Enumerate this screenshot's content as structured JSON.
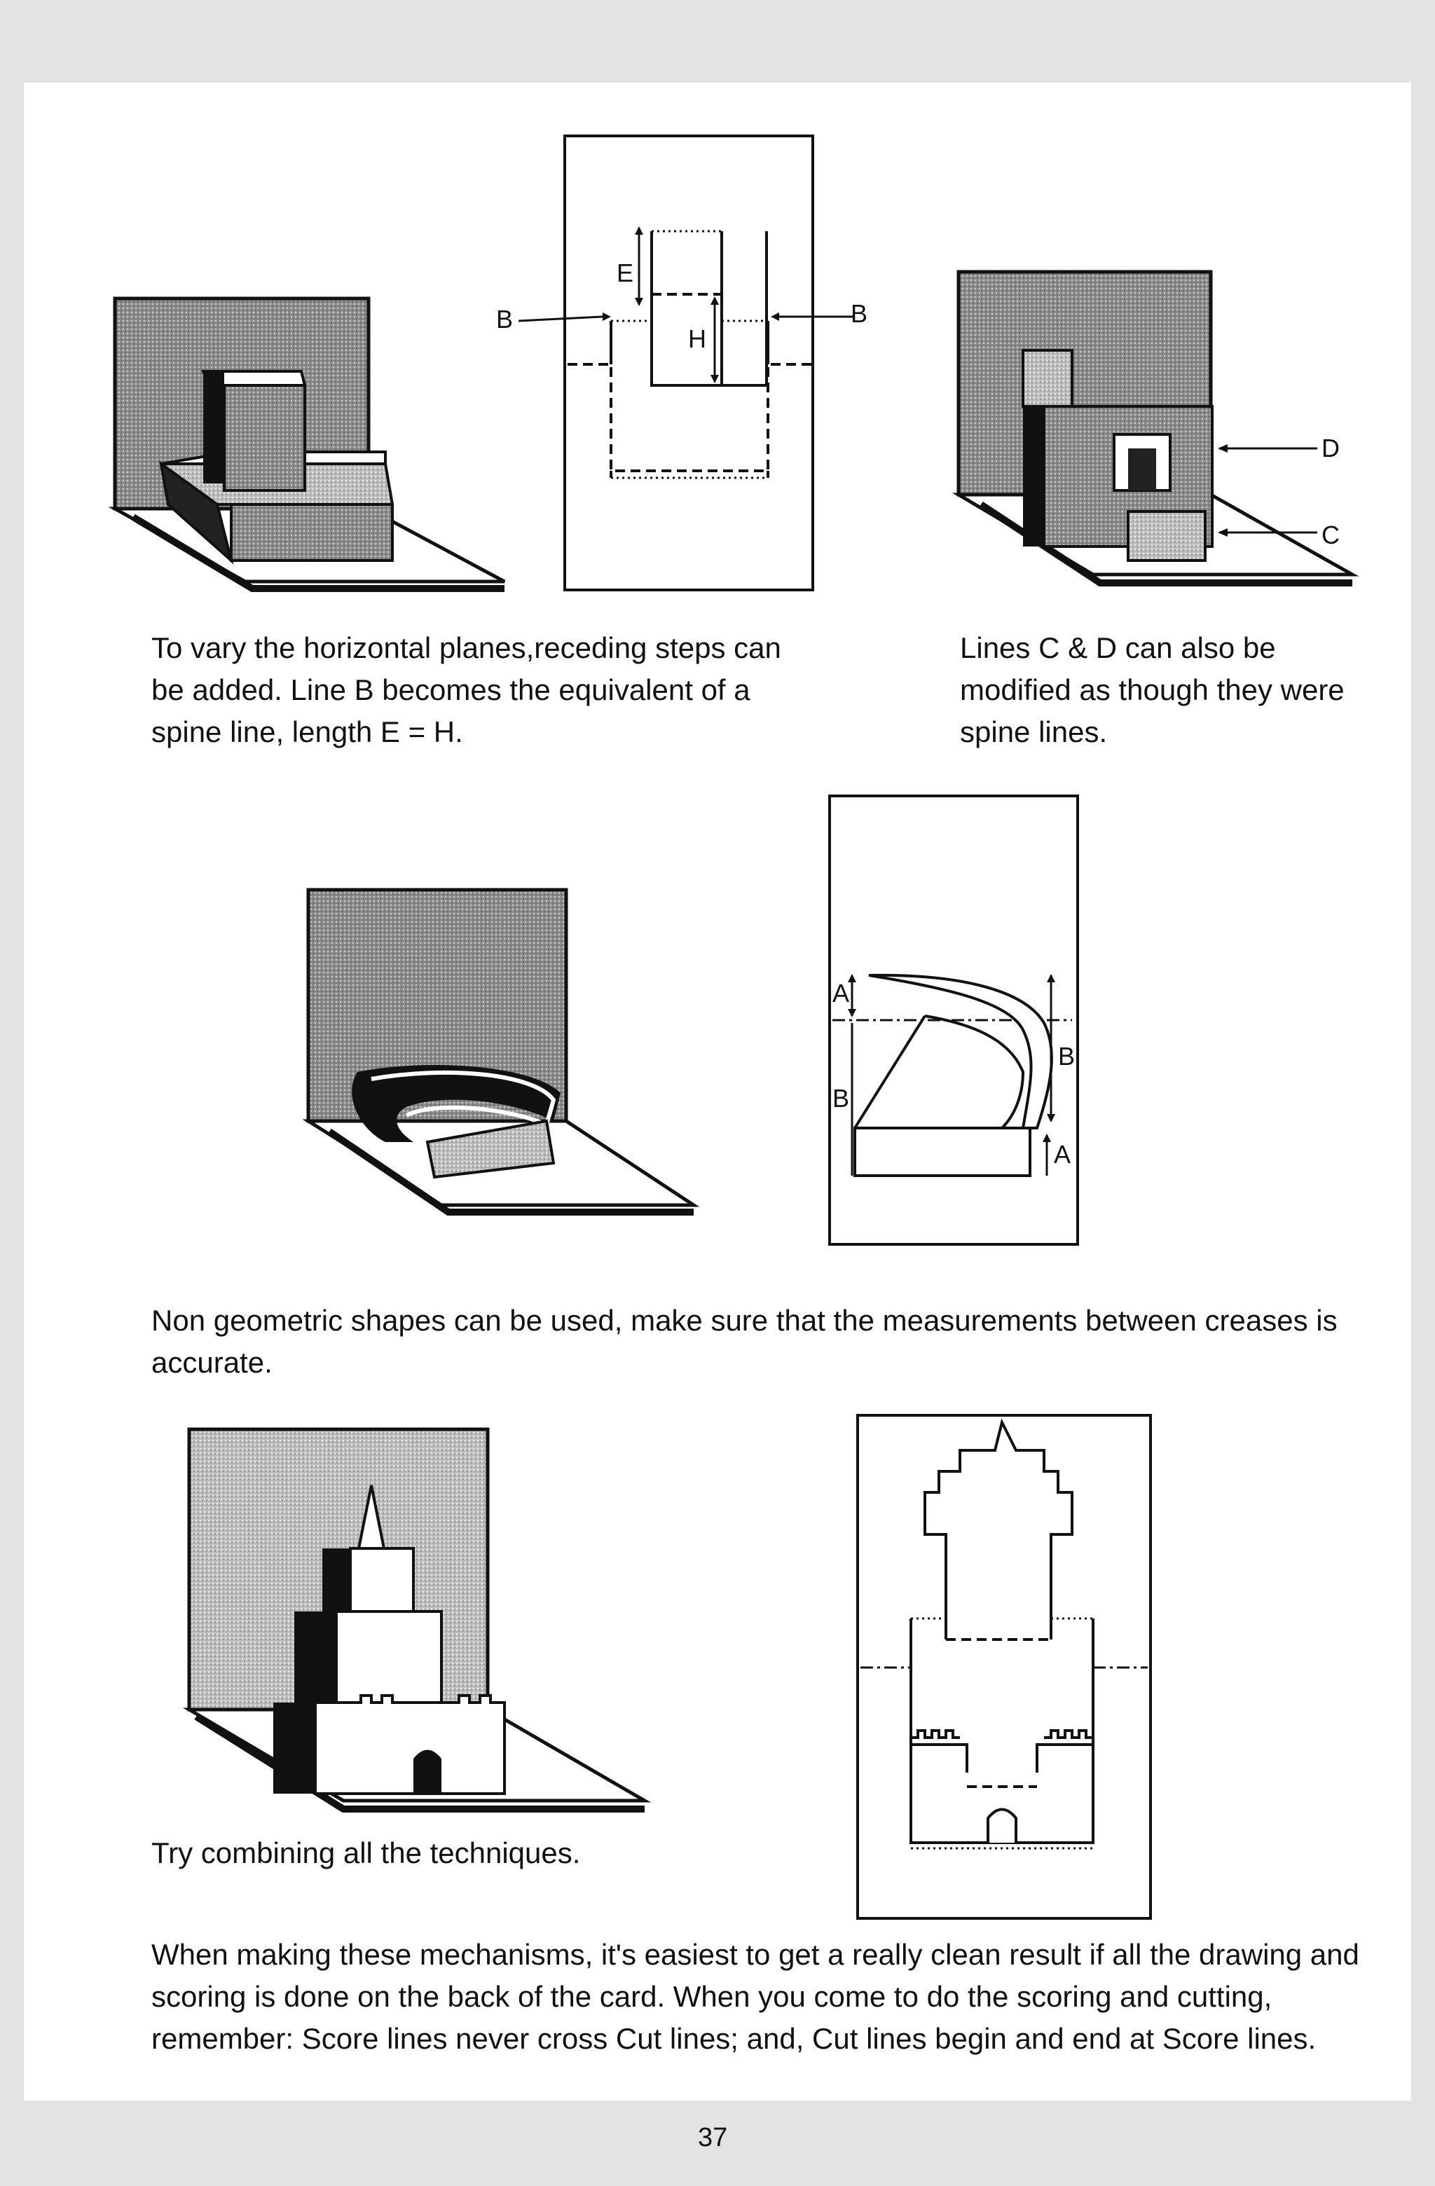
{
  "captions": {
    "horizontal_planes": "To vary the horizontal planes,receding steps can be added. Line B becomes the equivalent of  a spine line, length E = H.",
    "lines_cd": "Lines C & D can also be modified as though they were spine lines.",
    "non_geometric": "Non geometric shapes can be used, make sure that the measurements between creases is accurate.",
    "combining": "Try combining all the techniques.",
    "instructions": "When making these mechanisms, it's easiest to get a really clean result if all the drawing and scoring is done on the back of the card.  When you come to do the scoring and cutting, remember: Score lines never cross Cut lines; and, Cut lines begin and end at Score lines."
  },
  "page_number": "37",
  "labels": {
    "b": "B",
    "e": "E",
    "h": "H",
    "c": "C",
    "d": "D",
    "a": "A"
  }
}
